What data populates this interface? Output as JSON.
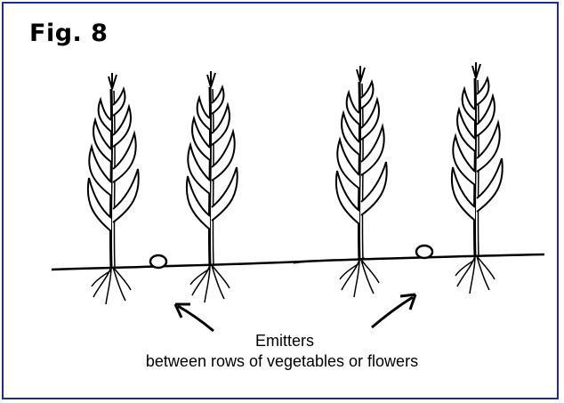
{
  "figure": {
    "label": "Fig. 8",
    "caption_line1": "Emitters",
    "caption_line2": "between rows of vegetables or flowers"
  },
  "colors": {
    "frame_border": "#1f2f8f",
    "ink": "#000000",
    "background": "#ffffff"
  },
  "illustration": {
    "plant_count": 4,
    "emitter_count": 2,
    "arrow_count": 2
  }
}
